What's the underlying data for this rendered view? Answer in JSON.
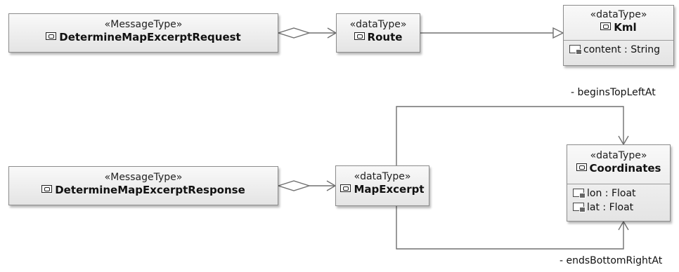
{
  "classes": {
    "request": {
      "stereotype": "«MessageType»",
      "name": "DetermineMapExcerptRequest"
    },
    "route": {
      "stereotype": "«dataType»",
      "name": "Route"
    },
    "kml": {
      "stereotype": "«dataType»",
      "name": "Kml",
      "attributes": [
        "content : String"
      ]
    },
    "response": {
      "stereotype": "«MessageType»",
      "name": "DetermineMapExcerptResponse"
    },
    "mapexcerpt": {
      "stereotype": "«dataType»",
      "name": "MapExcerpt"
    },
    "coordinates": {
      "stereotype": "«dataType»",
      "name": "Coordinates",
      "attributes": [
        "lon : Float",
        "lat : Float"
      ]
    }
  },
  "roles": {
    "begins": "- beginsTopLeftAt",
    "ends": "- endsBottomRightAt"
  },
  "colors": {
    "line": "#707070",
    "box_border": "#8c8c8c"
  }
}
